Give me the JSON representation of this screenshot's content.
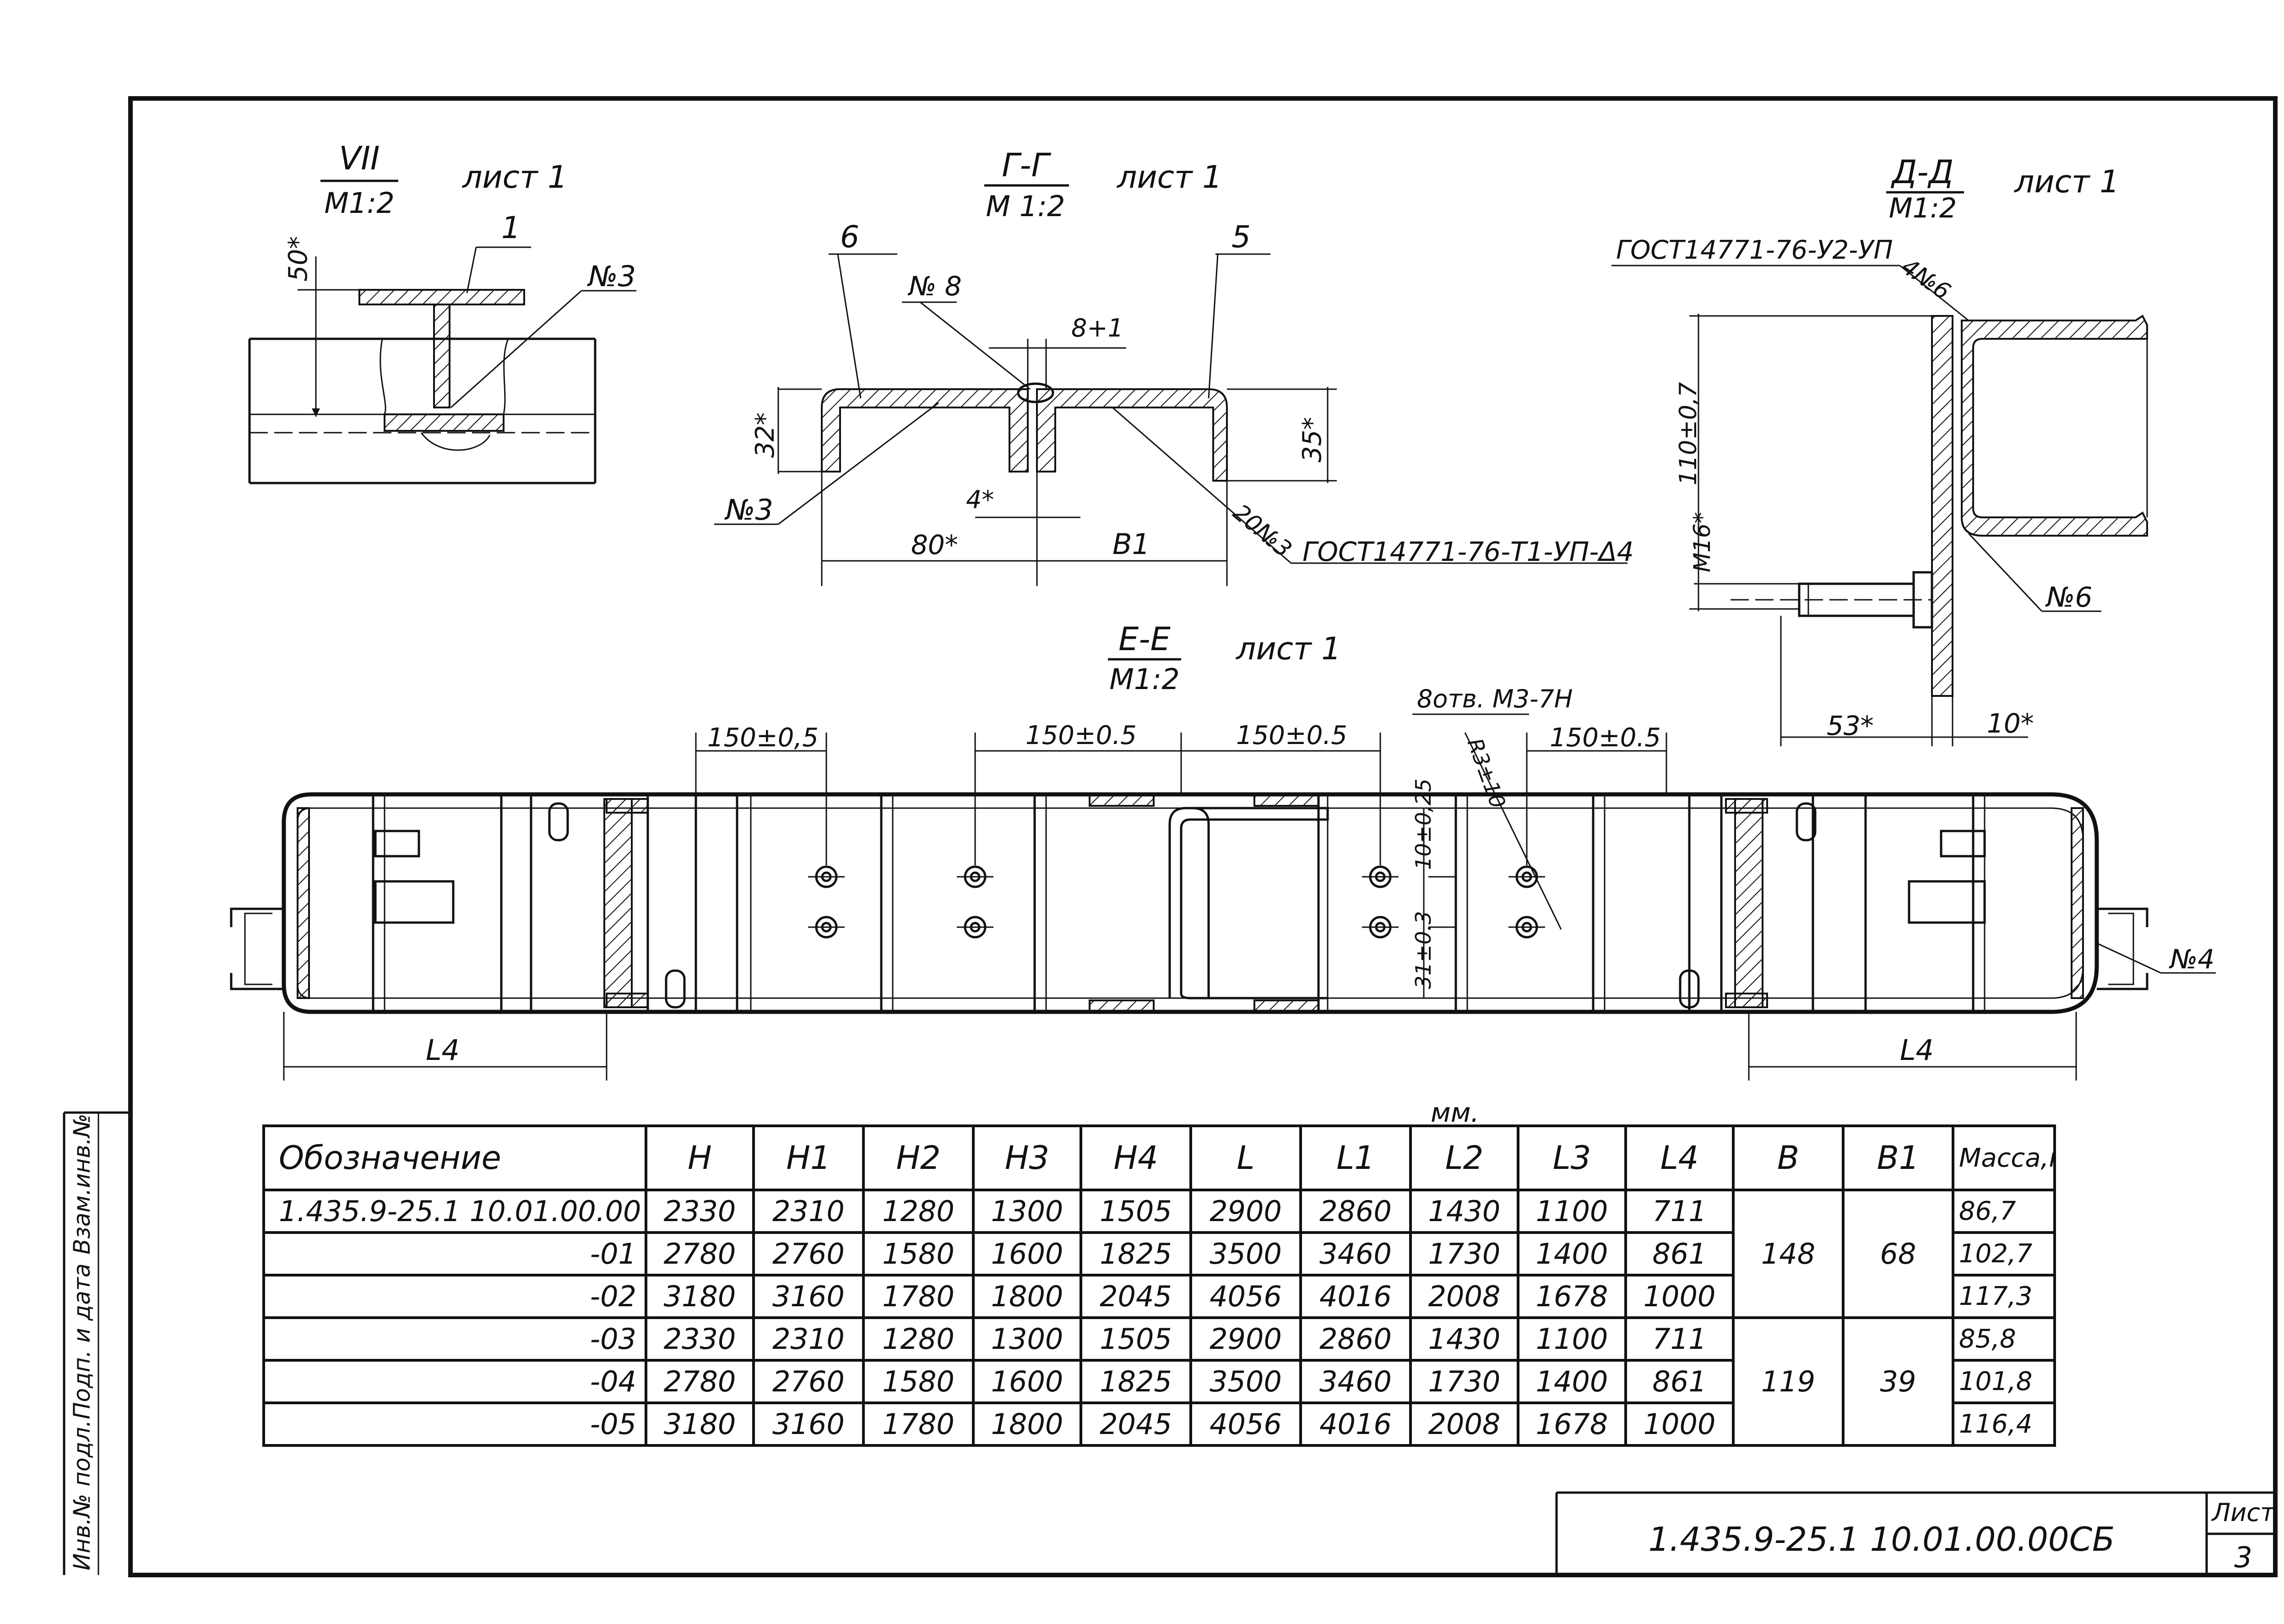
{
  "views": {
    "vii": {
      "num": "VII",
      "den": "М1:2",
      "sheet": "лист 1",
      "dim": "50*",
      "pos1": "1",
      "weld": "№3"
    },
    "gg": {
      "num": "Г-Г",
      "den": "М 1:2",
      "sheet": "лист 1",
      "pos6": "6",
      "pos5": "5",
      "weld8": "№ 8",
      "gap": "8+1",
      "h32": "32*",
      "h35": "35*",
      "weld3": "№3",
      "d4": "4*",
      "d80": "80*",
      "b1": "B1",
      "weld20": "20№3",
      "gost": "ГОСТ14771-76-Т1-УП-Δ4"
    },
    "dd": {
      "num": "Д-Д",
      "den": "М1:2",
      "sheet": "лист 1",
      "gost": "ГОСТ14771-76-У2-УП",
      "weld4": "4№6",
      "h110": "110±0,7",
      "m16": "М16*",
      "weld6": "№6",
      "d53": "53*",
      "d10": "10*"
    },
    "ee": {
      "num": "Е-Е",
      "den": "М1:2",
      "sheet": "лист 1",
      "d1": "150±0,5",
      "d2": "150±0.5",
      "d3": "150±0.5",
      "d4": "150±0.5",
      "holes": "8отв. М3-7Н",
      "r": "R3±10",
      "v1": "10±0,25",
      "v2": "31±0.3",
      "weld4": "№4",
      "l4a": "L4",
      "l4b": "L4"
    }
  },
  "table": {
    "unit": "мм.",
    "headers": [
      "Обозначение",
      "H",
      "H1",
      "H2",
      "H3",
      "H4",
      "L",
      "L1",
      "L2",
      "L3",
      "L4",
      "B",
      "B1",
      "Масса,кг"
    ],
    "rows": [
      {
        "des": "1.435.9-25.1 10.01.00.00",
        "vals": [
          "2330",
          "2310",
          "1280",
          "1300",
          "1505",
          "2900",
          "2860",
          "1430",
          "1100",
          "711"
        ],
        "mass": "86,7"
      },
      {
        "des": "-01",
        "vals": [
          "2780",
          "2760",
          "1580",
          "1600",
          "1825",
          "3500",
          "3460",
          "1730",
          "1400",
          "861"
        ],
        "mass": "102,7"
      },
      {
        "des": "-02",
        "vals": [
          "3180",
          "3160",
          "1780",
          "1800",
          "2045",
          "4056",
          "4016",
          "2008",
          "1678",
          "1000"
        ],
        "mass": "117,3"
      },
      {
        "des": "-03",
        "vals": [
          "2330",
          "2310",
          "1280",
          "1300",
          "1505",
          "2900",
          "2860",
          "1430",
          "1100",
          "711"
        ],
        "mass": "85,8"
      },
      {
        "des": "-04",
        "vals": [
          "2780",
          "2760",
          "1580",
          "1600",
          "1825",
          "3500",
          "3460",
          "1730",
          "1400",
          "861"
        ],
        "mass": "101,8"
      },
      {
        "des": "-05",
        "vals": [
          "3180",
          "3160",
          "1780",
          "1800",
          "2045",
          "4056",
          "4016",
          "2008",
          "1678",
          "1000"
        ],
        "mass": "116,4"
      }
    ],
    "group1": {
      "B": "148",
      "B1": "68"
    },
    "group2": {
      "B": "119",
      "B1": "39"
    }
  },
  "stamp": {
    "code": "1.435.9-25.1 10.01.00.00СБ",
    "sheet_label": "Лист",
    "sheet_num": "3"
  },
  "side": {
    "s1": "Инв.№ подл.",
    "s2": "Подп. и дата",
    "s3": "Взам.инв.№"
  }
}
